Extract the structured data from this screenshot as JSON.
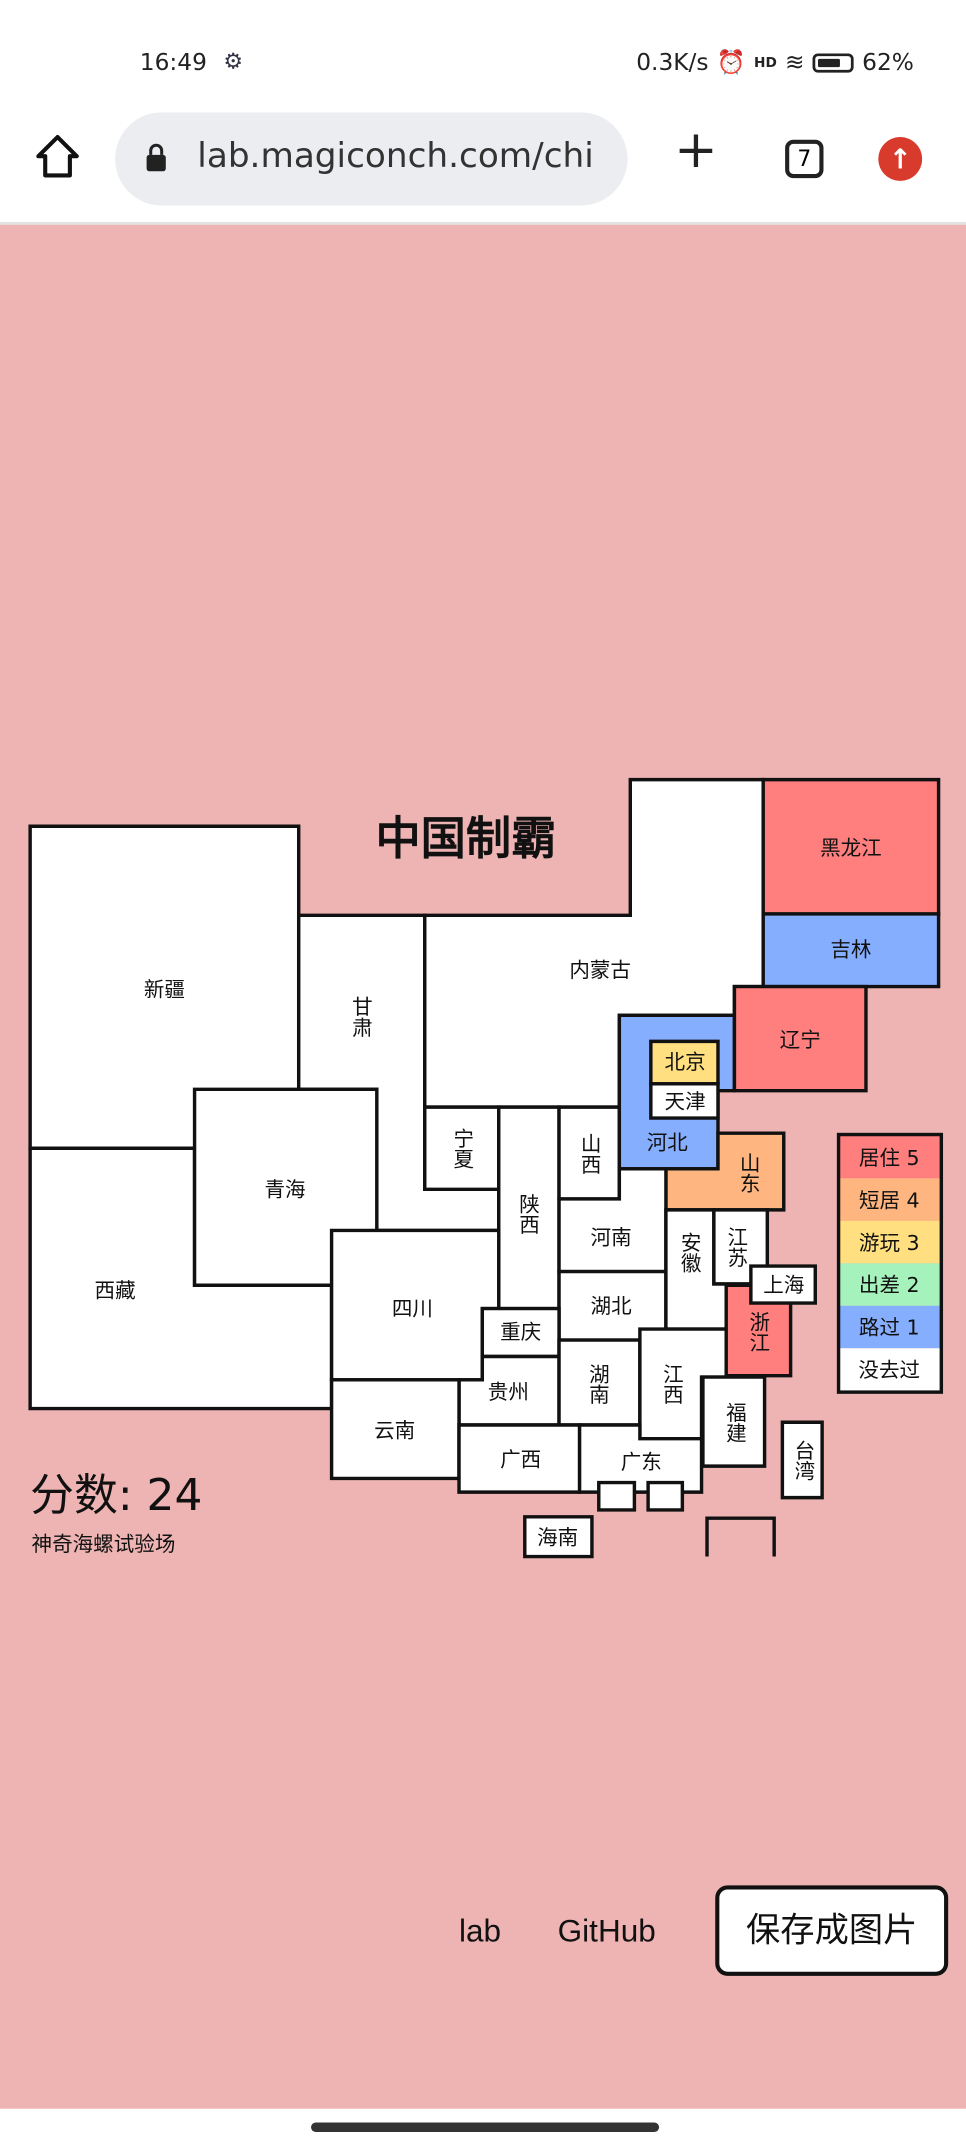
{
  "status_bar": {
    "time": "16:49",
    "net_speed": "0.3K/s",
    "signal": "HD",
    "battery": "62%"
  },
  "browser": {
    "url": "lab.magiconch.com/chi",
    "tab_count": "7"
  },
  "colors": {
    "background": "#eeb4b4",
    "5": "#ff7f7f",
    "4": "#ffb57f",
    "3": "#ffdf7f",
    "2": "#a6f2bd",
    "1": "#86aeff",
    "0": "#ffffff"
  },
  "title": "中国制霸",
  "provinces": {
    "xinjiang": {
      "name": "新疆",
      "level": 0
    },
    "xizang": {
      "name": "西藏",
      "level": 0
    },
    "gansu": {
      "name": "甘肃",
      "level": 0
    },
    "qinghai": {
      "name": "青海",
      "level": 0
    },
    "neimenggu": {
      "name": "内蒙古",
      "level": 0
    },
    "ningxia": {
      "name": "宁夏",
      "level": 0
    },
    "shaanxi": {
      "name": "陕西",
      "level": 0
    },
    "shanxi": {
      "name": "山西",
      "level": 0
    },
    "hebei": {
      "name": "河北",
      "level": 1
    },
    "beijing": {
      "name": "北京",
      "level": 3
    },
    "tianjin": {
      "name": "天津",
      "level": 0
    },
    "liaoning": {
      "name": "辽宁",
      "level": 5
    },
    "heilongjiang": {
      "name": "黑龙江",
      "level": 5
    },
    "jilin": {
      "name": "吉林",
      "level": 1
    },
    "shandong": {
      "name": "山东",
      "level": 4
    },
    "henan": {
      "name": "河南",
      "level": 0
    },
    "hubei": {
      "name": "湖北",
      "level": 0
    },
    "sichuan": {
      "name": "四川",
      "level": 0
    },
    "chongqing": {
      "name": "重庆",
      "level": 0
    },
    "guizhou": {
      "name": "贵州",
      "level": 0
    },
    "hunan": {
      "name": "湖南",
      "level": 0
    },
    "jiangxi": {
      "name": "江西",
      "level": 0
    },
    "anhui": {
      "name": "安徽",
      "level": 0
    },
    "jiangsu": {
      "name": "江苏",
      "level": 0
    },
    "shanghai": {
      "name": "上海",
      "level": 0
    },
    "zhejiang": {
      "name": "浙江",
      "level": 5
    },
    "fujian": {
      "name": "福建",
      "level": 0
    },
    "yunnan": {
      "name": "云南",
      "level": 0
    },
    "guangxi": {
      "name": "广西",
      "level": 0
    },
    "guangdong": {
      "name": "广东",
      "level": 0
    },
    "taiwan": {
      "name": "台湾",
      "level": 0
    },
    "hainan": {
      "name": "海南",
      "level": 0
    },
    "hongkong": {
      "level": 0
    },
    "macau": {
      "level": 0
    }
  },
  "legend": [
    {
      "label": "居住 5",
      "level": 5
    },
    {
      "label": "短居 4",
      "level": 4
    },
    {
      "label": "游玩 3",
      "level": 3
    },
    {
      "label": "出差 2",
      "level": 2
    },
    {
      "label": "路过 1",
      "level": 1
    },
    {
      "label": "没去过",
      "level": 0
    }
  ],
  "score": "分数: 24",
  "subtitle": "神奇海螺试验场",
  "footer": {
    "lab": "lab",
    "github": "GitHub",
    "save": "保存成图片"
  }
}
